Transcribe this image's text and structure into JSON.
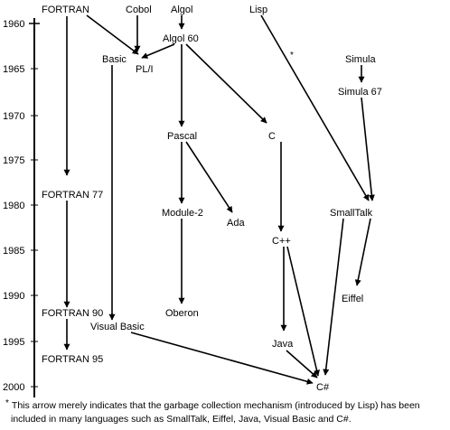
{
  "years": [
    "1960",
    "1965",
    "1970",
    "1975",
    "1980",
    "1985",
    "1990",
    "1995",
    "2000"
  ],
  "languages": {
    "fortran": "FORTRAN",
    "cobol": "Cobol",
    "algol": "Algol",
    "lisp": "Lisp",
    "algol60": "Algol 60",
    "basic": "Basic",
    "pli": "PL/I",
    "simula": "Simula",
    "simula67": "Simula 67",
    "pascal": "Pascal",
    "c": "C",
    "fortran77": "FORTRAN 77",
    "smalltalk": "SmallTalk",
    "module2": "Module-2",
    "ada": "Ada",
    "cpp": "C++",
    "eiffel": "Eiffel",
    "fortran90": "FORTRAN 90",
    "oberon": "Oberon",
    "visualbasic": "Visual Basic",
    "java": "Java",
    "fortran95": "FORTRAN 95",
    "csharp": "C#"
  },
  "asterisk_mark": "*",
  "footnote": {
    "mark": "*",
    "line1": "This arrow merely indicates that the garbage collection mechanism (introduced by Lisp) has been",
    "line2": "included in many languages such as SmallTalk, Eiffel, Java, Visual Basic and C#."
  }
}
